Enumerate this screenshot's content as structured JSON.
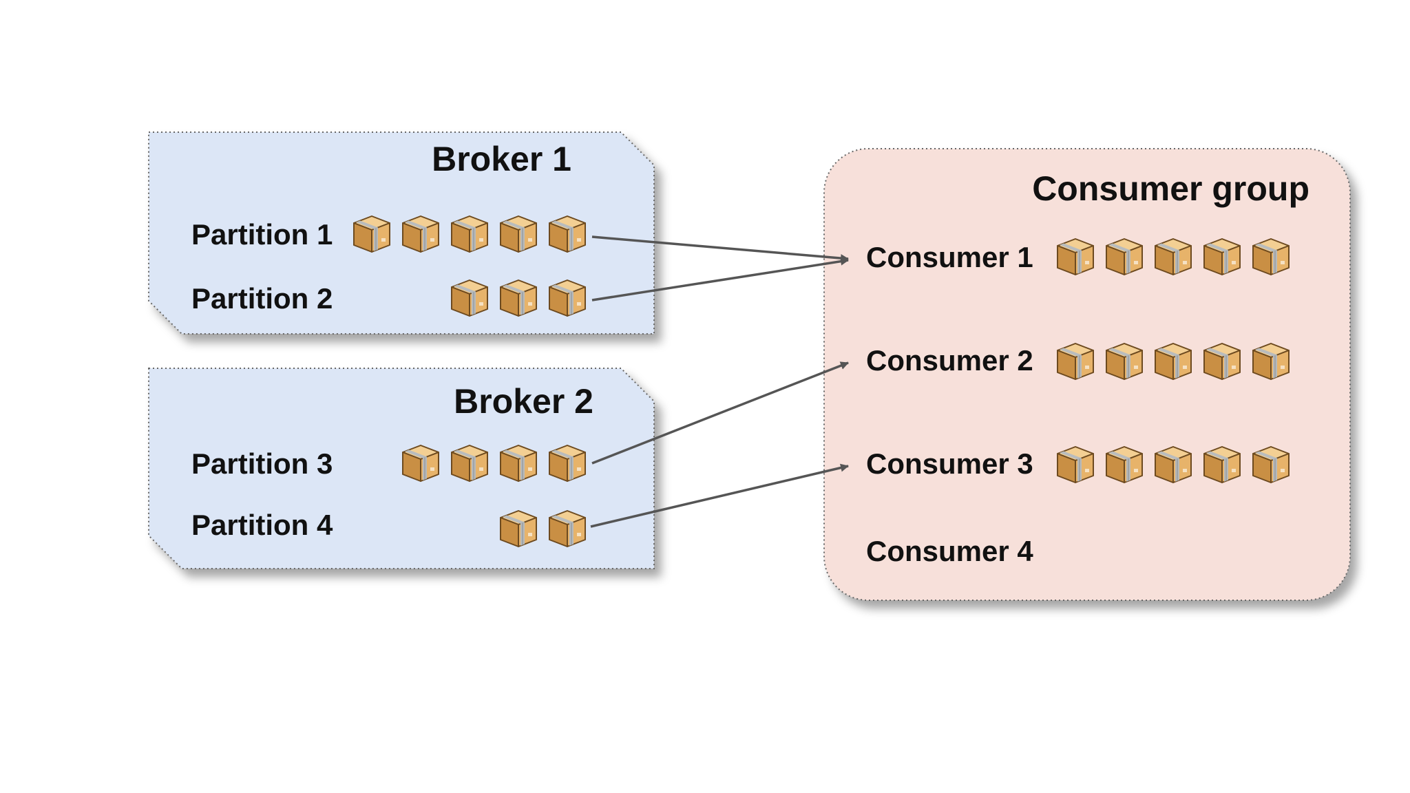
{
  "brokers": [
    {
      "title": "Broker 1",
      "partitions": [
        {
          "label": "Partition 1",
          "messages": 5
        },
        {
          "label": "Partition 2",
          "messages": 3
        }
      ]
    },
    {
      "title": "Broker 2",
      "partitions": [
        {
          "label": "Partition 3",
          "messages": 4
        },
        {
          "label": "Partition 4",
          "messages": 2
        }
      ]
    }
  ],
  "consumer_group": {
    "title": "Consumer group",
    "consumers": [
      {
        "label": "Consumer 1",
        "messages": 5
      },
      {
        "label": "Consumer 2",
        "messages": 5
      },
      {
        "label": "Consumer 3",
        "messages": 5
      },
      {
        "label": "Consumer 4",
        "messages": 0
      }
    ]
  },
  "assignments": [
    {
      "from": "Partition 1",
      "to": "Consumer 1"
    },
    {
      "from": "Partition 2",
      "to": "Consumer 1"
    },
    {
      "from": "Partition 3",
      "to": "Consumer 2"
    },
    {
      "from": "Partition 4",
      "to": "Consumer 3"
    }
  ],
  "colors": {
    "broker_fill": "#dce6f6",
    "group_fill": "#f7e0da",
    "border": "#666666",
    "arrow": "#555555",
    "box_face": "#e7b36a",
    "box_side": "#c98f44",
    "box_top": "#f3cf93",
    "tape": "#b5babf"
  },
  "icons": {
    "message": "package-box-icon"
  }
}
